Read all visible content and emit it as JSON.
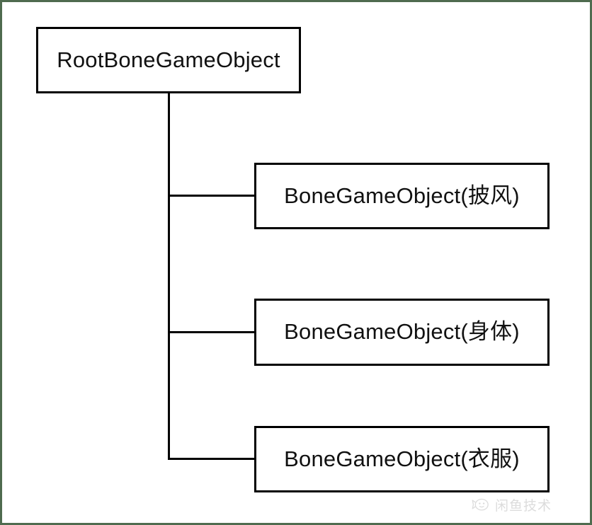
{
  "diagram": {
    "type": "tree-hierarchy",
    "background_color": "#ffffff",
    "border_color": "#4f6b4f",
    "line_color": "#000000",
    "root": {
      "label": "RootBoneGameObject"
    },
    "children": [
      {
        "label": "BoneGameObject(披风)"
      },
      {
        "label": "BoneGameObject(身体)"
      },
      {
        "label": "BoneGameObject(衣服)"
      }
    ]
  },
  "watermark": {
    "icon": "chat-fish-icon",
    "text": "闲鱼技术",
    "color": "#8d8d8d"
  }
}
